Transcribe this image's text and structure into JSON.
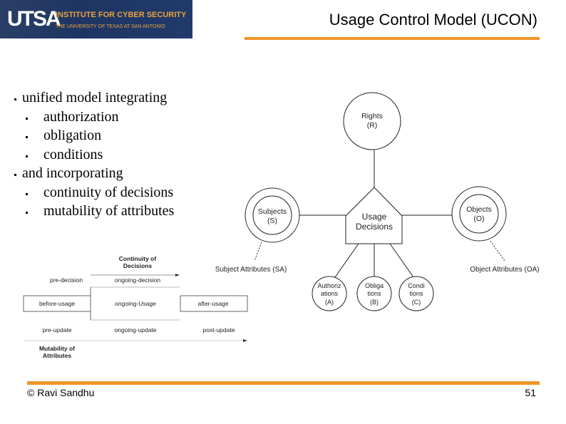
{
  "header": {
    "logo_text": "UTSA",
    "institute": "INSTITUTE FOR CYBER SECURITY",
    "university": "THE UNIVERSITY OF TEXAS AT SAN ANTONIO",
    "title": "Usage Control Model (UCON)"
  },
  "bullets": [
    {
      "text": "unified model integrating",
      "items": [
        "authorization",
        "obligation",
        "conditions"
      ]
    },
    {
      "text": "and incorporating",
      "items": [
        "continuity of decisions",
        "mutability of attributes"
      ]
    }
  ],
  "timeline": {
    "continuity_line1": "Continuity of",
    "continuity_line2": "Decisions",
    "pre_decision": "pre-decision",
    "ongoing_decision": "ongoing-decision",
    "before_usage": "before-usage",
    "ongoing_usage": "ongoing-Usage",
    "after_usage": "after-usage",
    "pre_update": "pre-update",
    "ongoing_update": "ongoing-update",
    "post_update": "post-update",
    "mutability_line1": "Mutability of",
    "mutability_line2": "Attributes"
  },
  "model": {
    "rights": [
      "Rights",
      "(R)"
    ],
    "subjects": [
      "Subjects",
      "(S)"
    ],
    "objects": [
      "Objects",
      "(O)"
    ],
    "usage_decisions": [
      "Usage",
      "Decisions"
    ],
    "authorizations": [
      "Authoriz",
      "ations",
      "(A)"
    ],
    "obligations": [
      "Obliga",
      "tions",
      "(B)"
    ],
    "conditions": [
      "Condi",
      "tions",
      "(C)"
    ],
    "subject_attributes": "Subject Attributes (SA)",
    "object_attributes": "Object Attributes (OA)"
  },
  "footer": {
    "copyright": "© Ravi  Sandhu",
    "page": "51"
  },
  "colors": {
    "accent": "#f0962a",
    "logo_bg": "#1e3563",
    "logo_text": "#e7a23a"
  }
}
